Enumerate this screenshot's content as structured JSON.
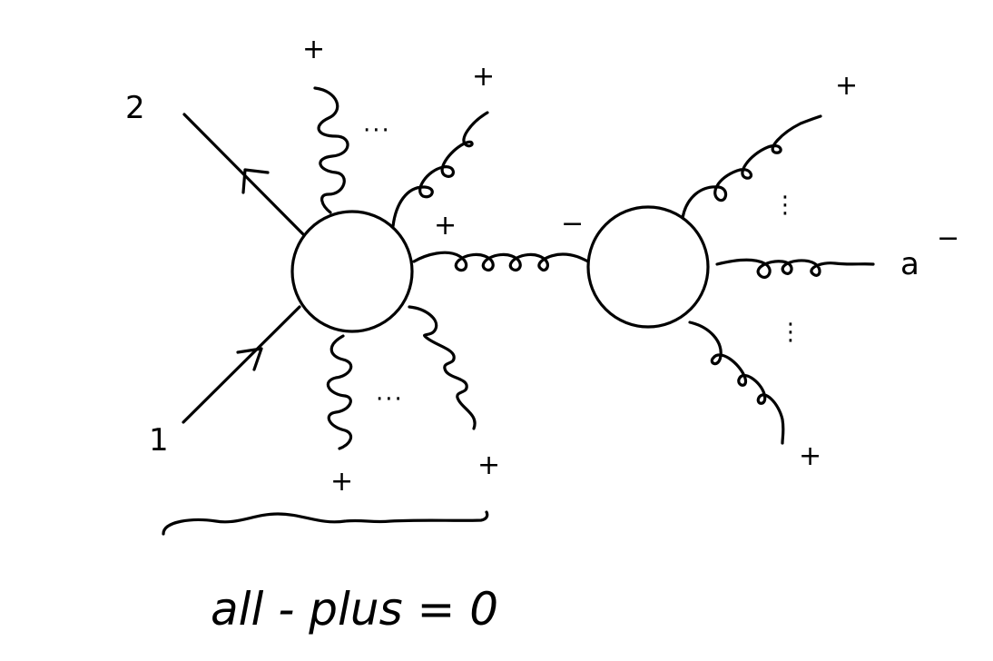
{
  "labels": {
    "fermion_top": "2",
    "fermion_bottom": "1",
    "left_top_gluon_1": "+",
    "left_top_gluon_2": "+",
    "left_bottom_gluon_1": "+",
    "left_bottom_gluon_2": "+",
    "internal_left": "+",
    "internal_right": "−",
    "right_top_gluon": "+",
    "right_middle_gluon": "a",
    "right_middle_gluon_sign": "−",
    "right_bottom_gluon": "+"
  },
  "ellipses": {
    "left_top": "···",
    "left_bottom": "···",
    "right_upper": "⋮",
    "right_lower": "⋮"
  },
  "caption": "all - plus = 0"
}
